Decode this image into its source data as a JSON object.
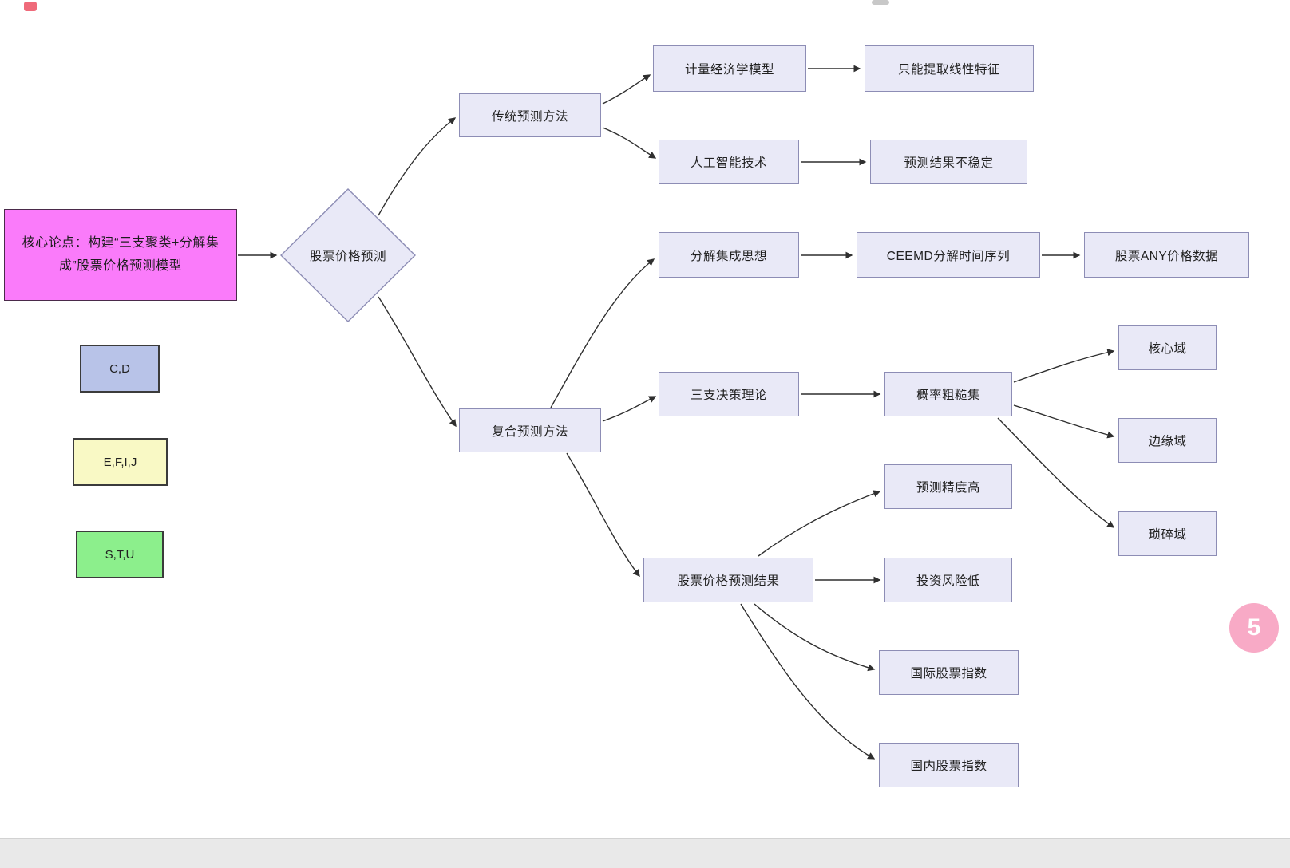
{
  "diagram": {
    "core_thesis": "核心论点：构建“三支聚类+分解集成”股票价格预测模型",
    "decision": "股票价格预测",
    "legend": [
      {
        "label": "C,D",
        "color": "#b8c3e8"
      },
      {
        "label": "E,F,I,J",
        "color": "#f9f9c5"
      },
      {
        "label": "S,T,U",
        "color": "#8cef8c"
      }
    ],
    "nodes": {
      "traditional": "传统预测方法",
      "econometric": "计量经济学模型",
      "linear_only": "只能提取线性特征",
      "ai": "人工智能技术",
      "unstable": "预测结果不稳定",
      "composite": "复合预测方法",
      "decomposition": "分解集成思想",
      "ceemd": "CEEMD分解时间序列",
      "any_data": "股票ANY价格数据",
      "three_way": "三支决策理论",
      "rough_set": "概率粗糙集",
      "core_region": "核心域",
      "boundary_region": "边缘域",
      "trivial_region": "琐碎域",
      "result": "股票价格预测结果",
      "high_accuracy": "预测精度高",
      "low_risk": "投资风险低",
      "intl_index": "国际股票指数",
      "domestic_index": "国内股票指数"
    },
    "badge": "5"
  },
  "colors": {
    "node_fill": "#e9e9f7",
    "node_border": "#8d8db5",
    "root_fill": "#fa7bfa",
    "arrow": "#2f2f2f",
    "badge_pink": "#f8aac6"
  }
}
